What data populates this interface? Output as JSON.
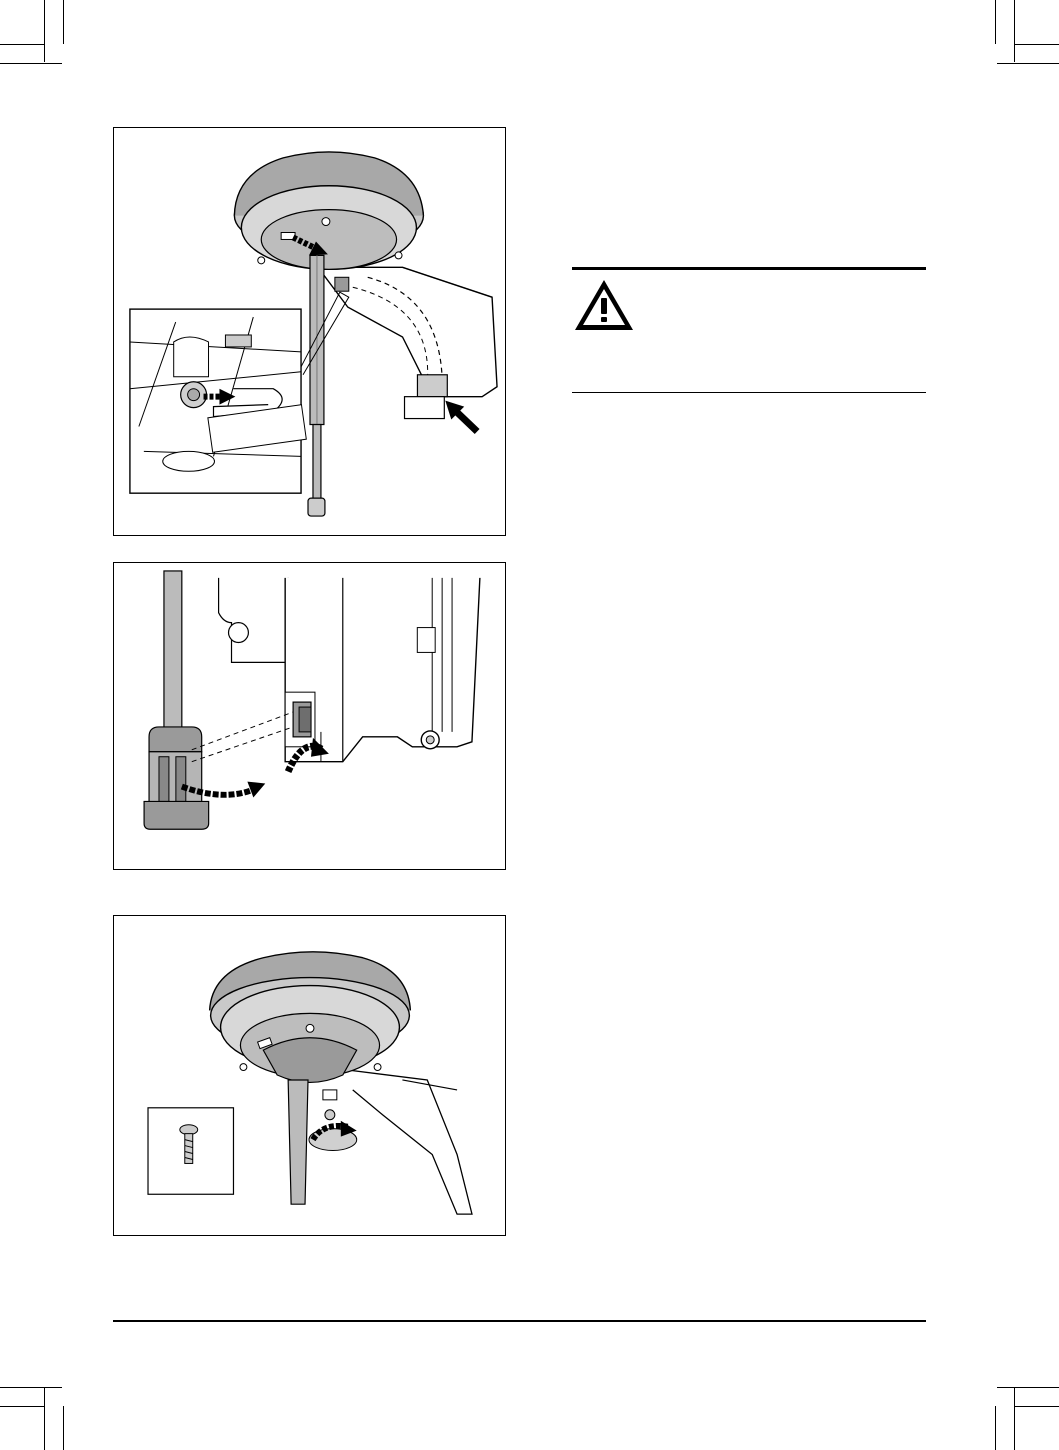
{
  "figures": [
    {
      "name": "antenna-bracket-removal"
    },
    {
      "name": "antenna-connector-attach"
    },
    {
      "name": "antenna-screw-tighten"
    }
  ],
  "warning": {
    "icon": "warning-triangle-icon"
  },
  "colors": {
    "line": "#000000",
    "part_fill": "#d9d9d9",
    "part_dark": "#9a9a9a"
  }
}
